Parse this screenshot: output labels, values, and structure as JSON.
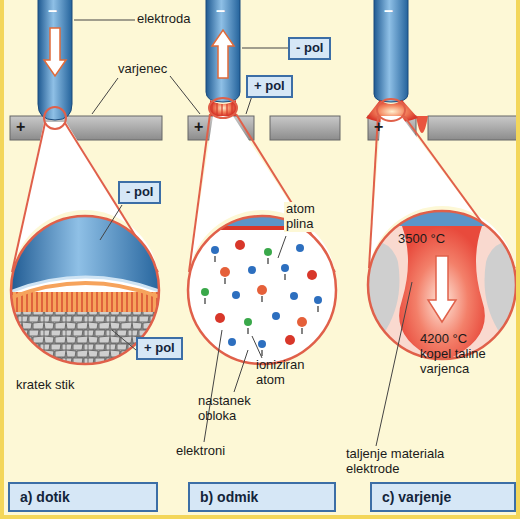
{
  "diagram": {
    "nodes": [
      {
        "text": [
          "- pol"
        ]
      },
      {
        "text": [
          "+ pol"
        ]
      },
      {
        "text": [
          "- pol"
        ]
      },
      {
        "text": [
          "+ pol"
        ]
      },
      {
        "text": [
          "a) dotik"
        ]
      },
      {
        "text": [
          "b) odmik"
        ]
      },
      {
        "text": [
          "c) varjenje"
        ]
      }
    ],
    "labels": [
      "–",
      "–",
      "–",
      "elektroda",
      "varjenec",
      "+",
      "+",
      "+",
      "atom plina",
      "kratek stik",
      "ioniziran atom",
      "nastanek obloka",
      "elektroni",
      "3500 °C",
      "4200 °C kopel taline varjenca",
      "taljenje materiala elektrode"
    ]
  }
}
